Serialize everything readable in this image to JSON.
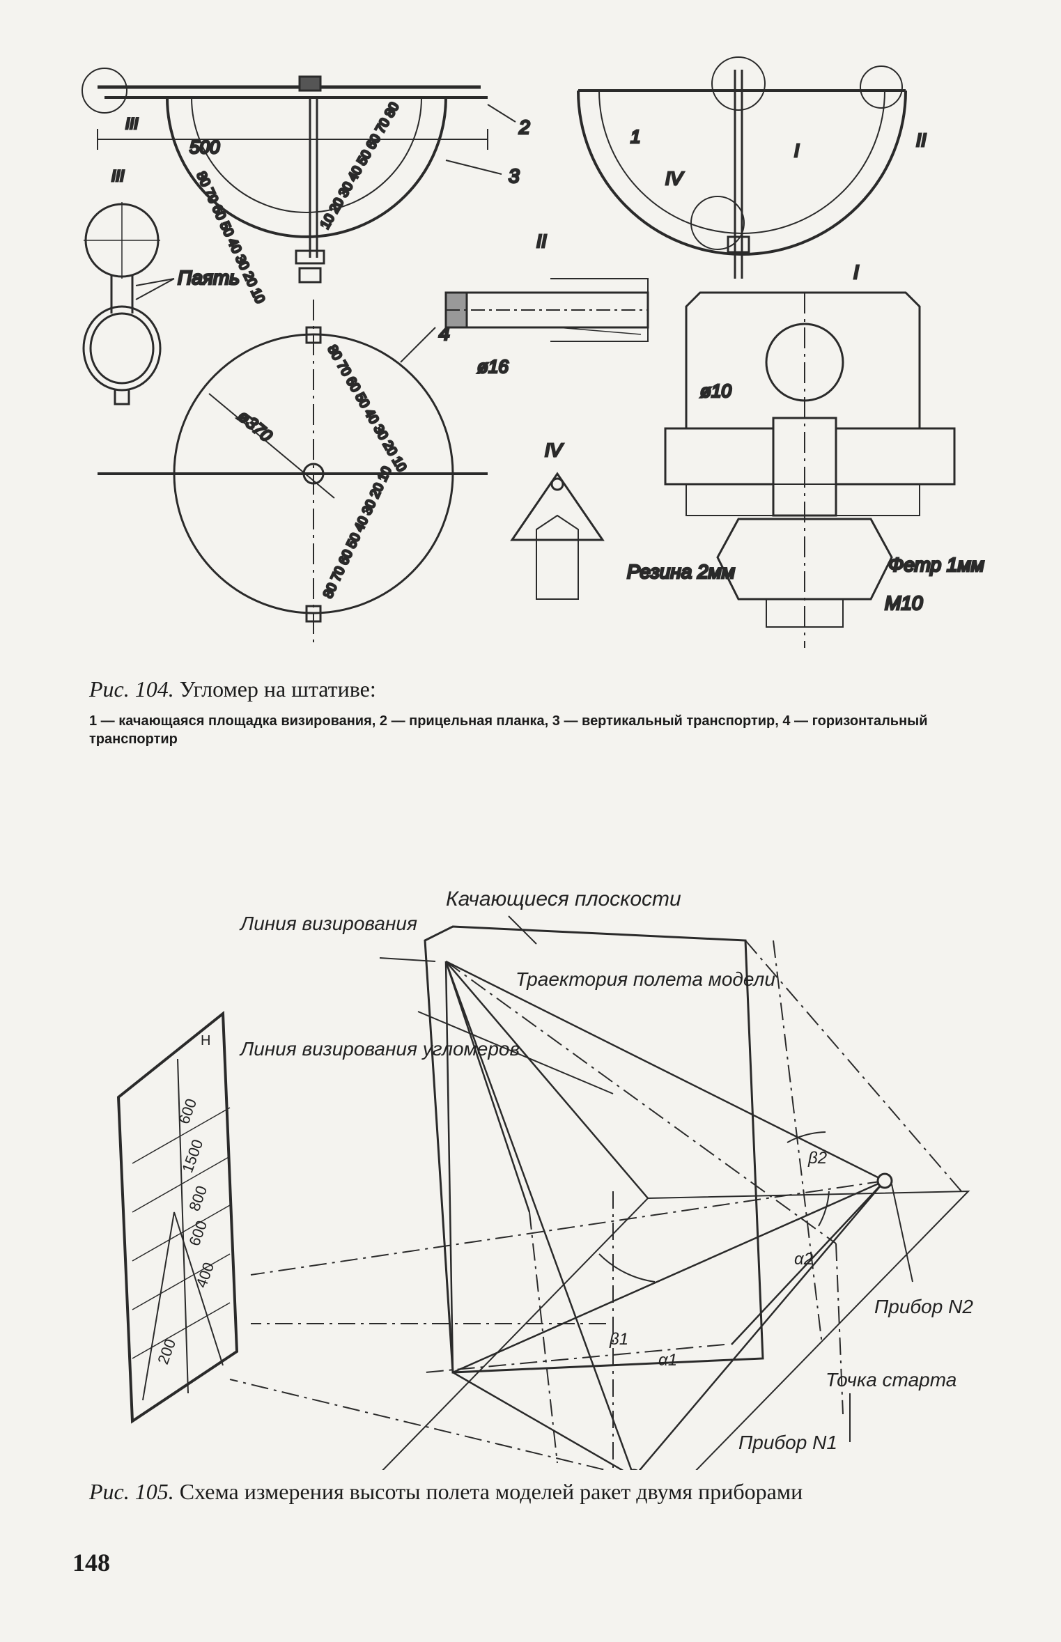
{
  "fig104": {
    "caption_label": "Рис. 104.",
    "caption_title": "Угломер на штативе:",
    "caption_text": "1 — качающаяся площадка визирования, 2 — прицельная планка, 3 — вертикальный транспортир, 4 — горизонтальный транспортир",
    "labels": {
      "n1": "1",
      "n2": "2",
      "n3": "3",
      "n4": "4",
      "rI": "I",
      "rII": "II",
      "rIII": "III",
      "rIV": "IV",
      "dim500": "500",
      "solder": "Паять",
      "d16": "ø16",
      "d10": "ø10",
      "d370": "ø370",
      "rubber": "Резина 2мм",
      "felt": "Фетр 1мм",
      "m10": "M10"
    },
    "scales": {
      "vertical_left": "80 70 60 50 40 30 20 10",
      "vertical_right": "10 20 30 40 50 60 70 80",
      "horizontal_top": "80 70 60 50 40 30 20 10",
      "horizontal_bottom": "80 70 60 50 40 30 20 10"
    }
  },
  "fig105": {
    "caption_label": "Рис. 105.",
    "caption_title": "Схема измерения высоты полета моделей ракет двумя приборами",
    "labels": {
      "swing_planes": "Качающиеся плоскости",
      "sight_line": "Линия визирования",
      "trajectory": "Траектория полета модели",
      "sight_lines_goniometers": "Линия визирования угломеров",
      "device2": "Прибор N2",
      "start_point": "Точка старта",
      "device1": "Прибор N1",
      "beta1": "β1",
      "alpha1": "α1",
      "beta2": "β2",
      "alpha2": "α2"
    },
    "table": {
      "header": "H",
      "values": [
        "600",
        "1500",
        "800",
        "600",
        "400",
        "200"
      ]
    }
  },
  "page_number": "148"
}
